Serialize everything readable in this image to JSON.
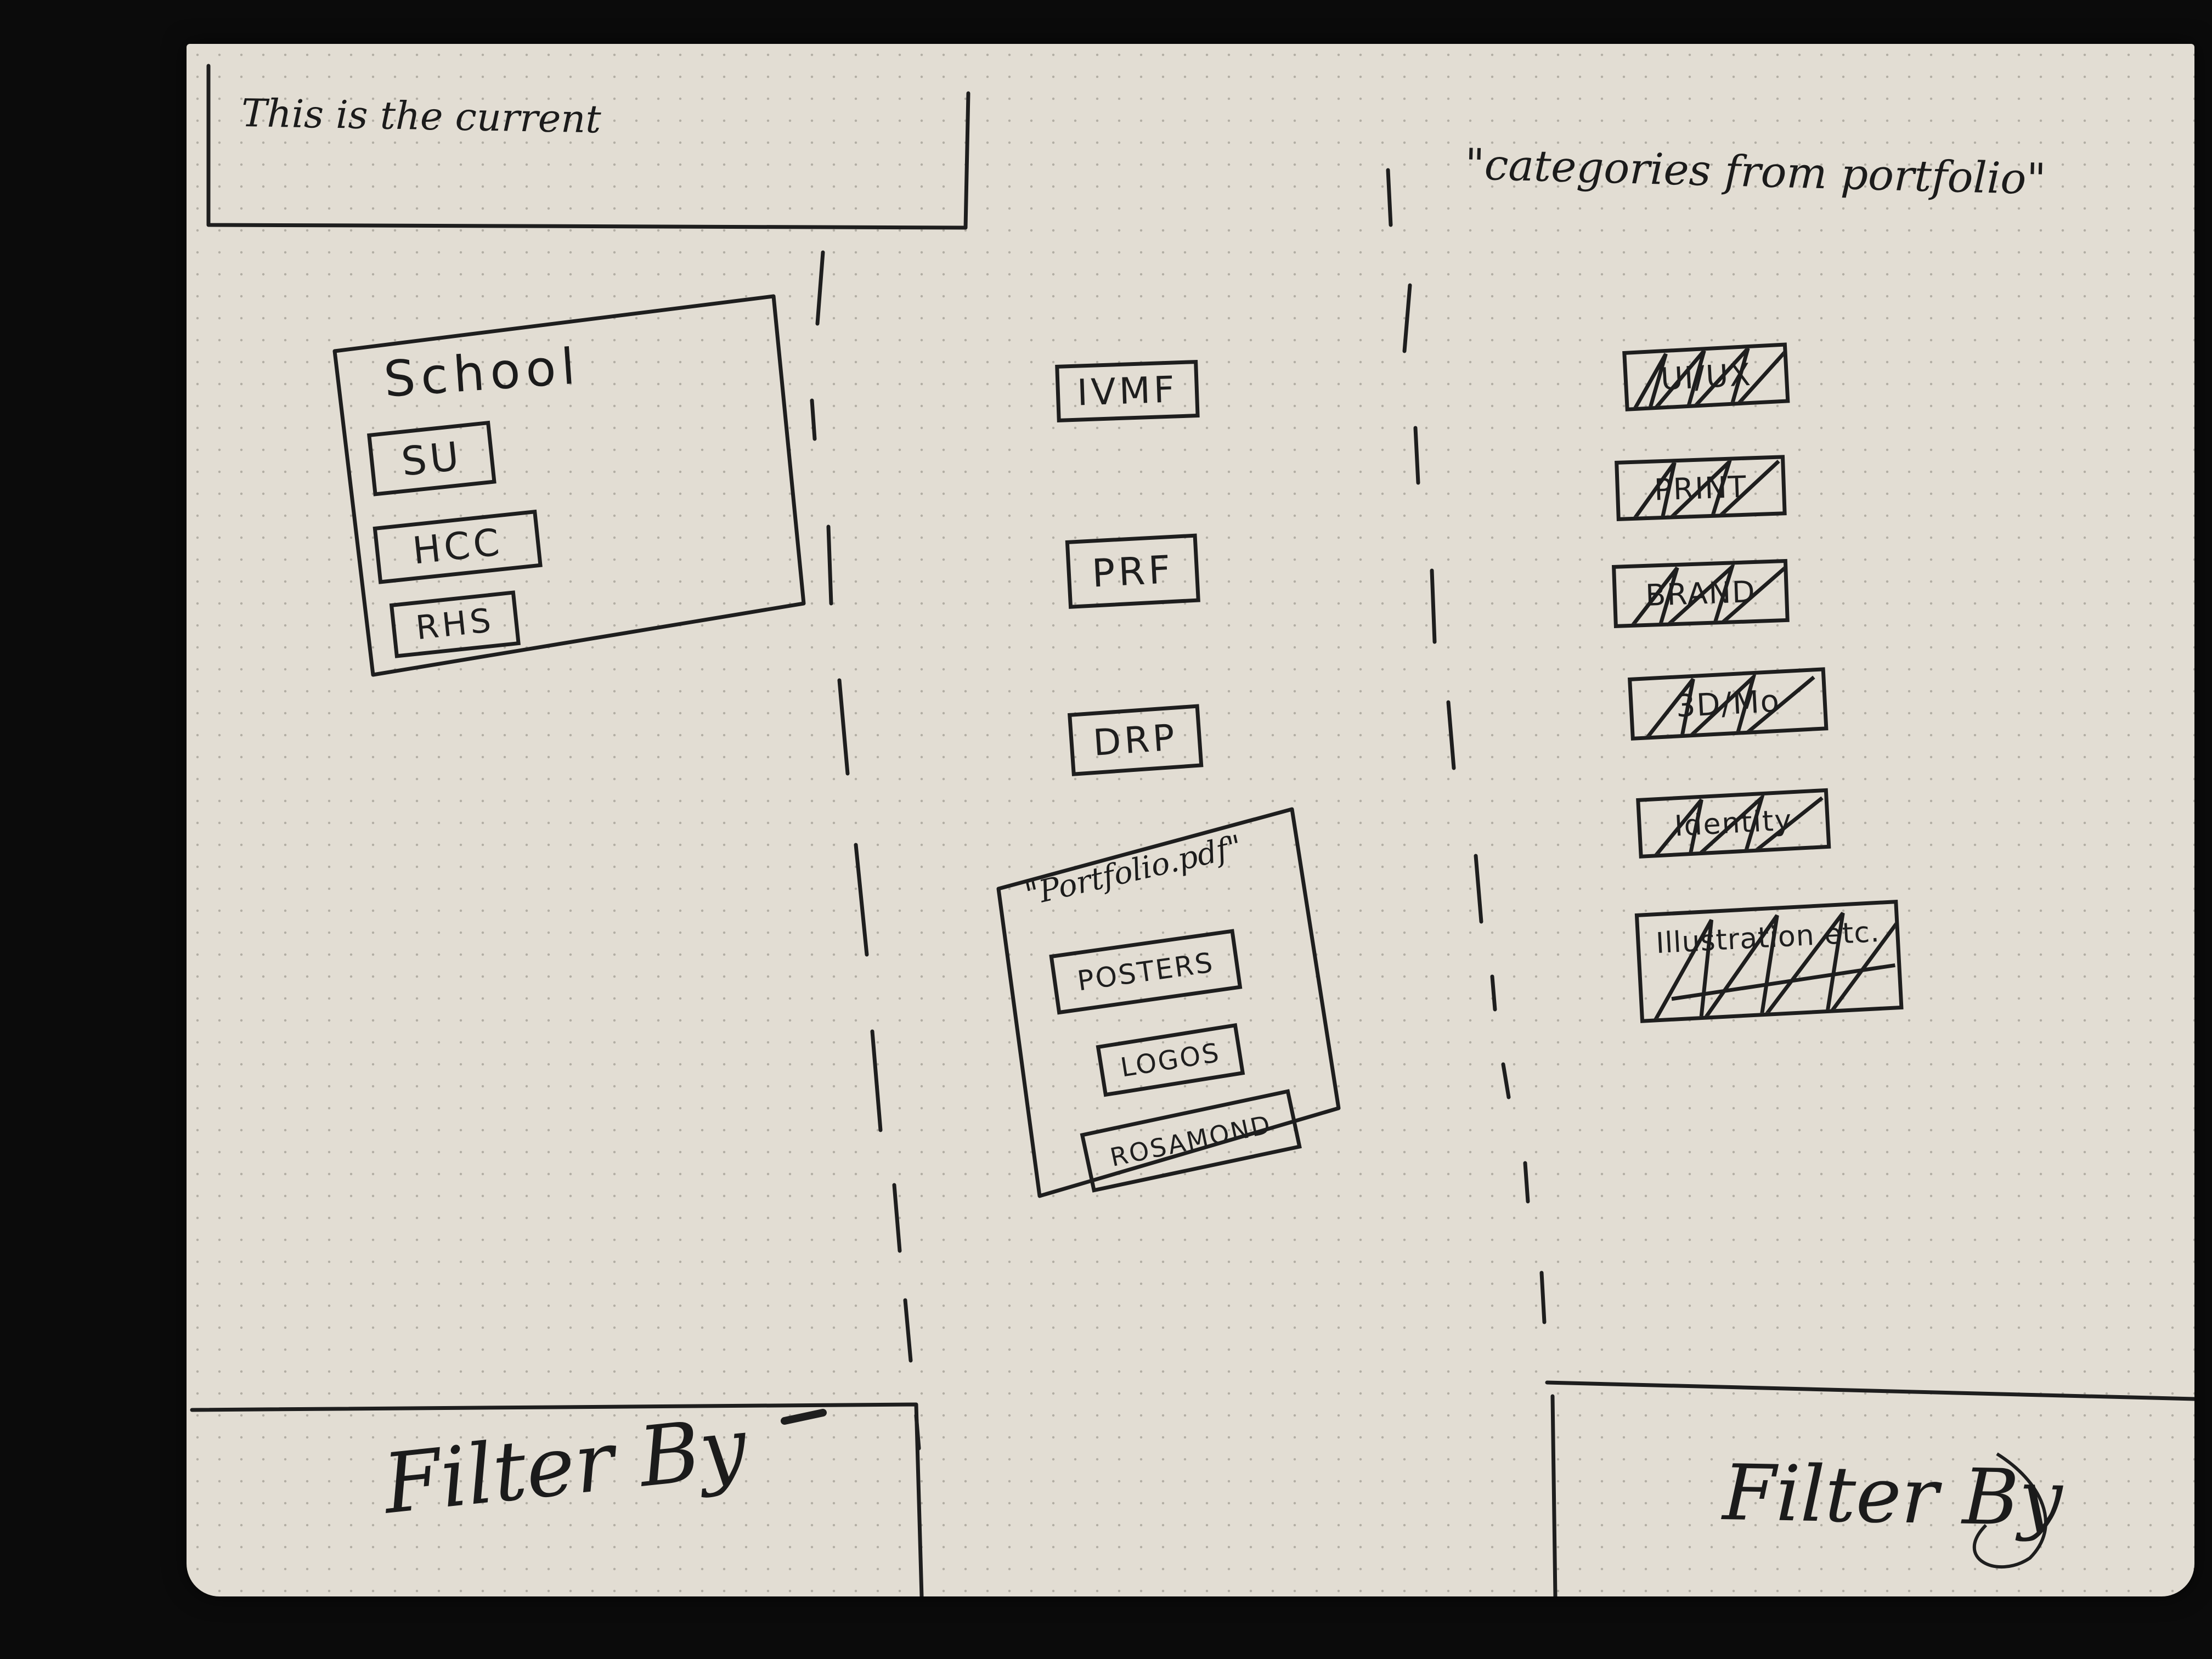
{
  "header_note": "This is the current",
  "categories_note": "\"categories from portfolio\"",
  "filter_left": "Filter By",
  "filter_right": "Filter By",
  "school_panel": {
    "title": "School",
    "items": [
      "SU",
      "HCC",
      "RHS"
    ]
  },
  "middle_tags": [
    "IVMF",
    "PRF",
    "DRP"
  ],
  "portfolio_panel": {
    "title": "\"Portfolio.pdf\"",
    "items": [
      "POSTERS",
      "LOGOS",
      "ROSAMOND"
    ]
  },
  "crossed_categories": [
    "UI/UX",
    "PRINT",
    "BRAND",
    "3D/Mo",
    "Identity",
    "Illustration etc."
  ]
}
